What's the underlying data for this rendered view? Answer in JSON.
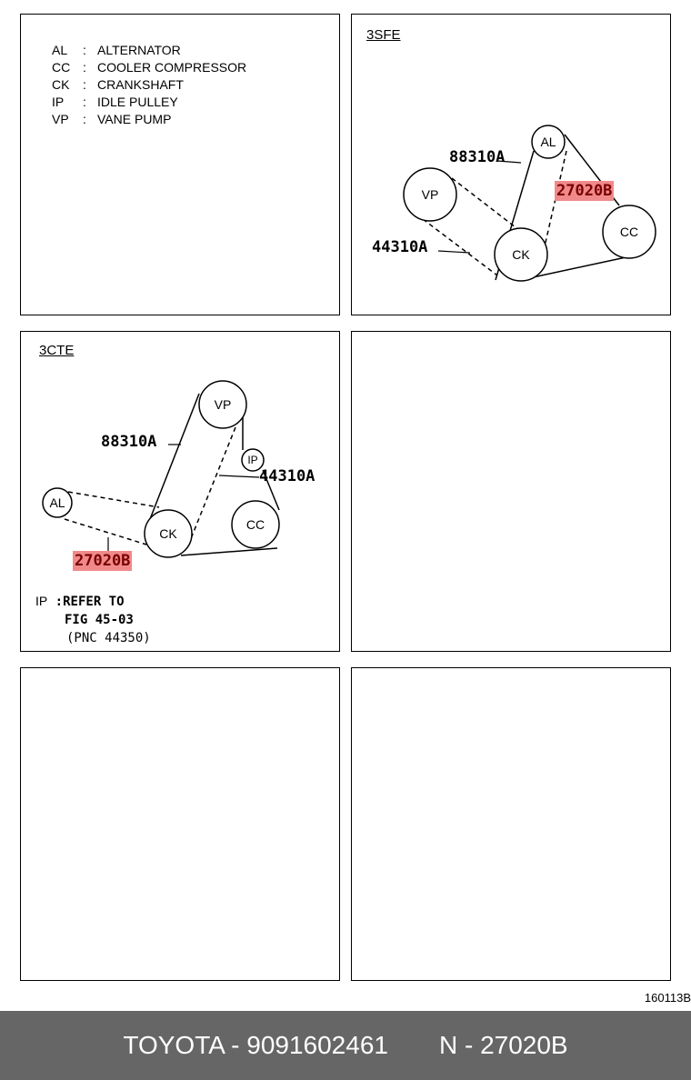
{
  "legend": [
    {
      "code": "AL",
      "sep": ":",
      "name": "ALTERNATOR"
    },
    {
      "code": "CC",
      "sep": ":",
      "name": "COOLER COMPRESSOR"
    },
    {
      "code": "CK",
      "sep": ":",
      "name": "CRANKSHAFT"
    },
    {
      "code": "IP",
      "sep": ":",
      "name": "IDLE PULLEY"
    },
    {
      "code": "VP",
      "sep": ":",
      "name": "VANE PUMP"
    }
  ],
  "diagram_3sfe": {
    "engine": "3SFE",
    "pulleys": {
      "al": "AL",
      "vp": "VP",
      "ck": "CK",
      "cc": "CC"
    },
    "parts": {
      "belt_1": "88310A",
      "belt_2": "27020B",
      "belt_3": "44310A"
    }
  },
  "diagram_3cte": {
    "engine": "3CTE",
    "pulleys": {
      "vp": "VP",
      "ip": "IP",
      "al": "AL",
      "ck": "CK",
      "cc": "CC"
    },
    "parts": {
      "belt_1": "88310A",
      "belt_2": "44310A",
      "belt_3": "27020B"
    },
    "note": {
      "ip": "IP",
      "line1": ":REFER TO",
      "line2": "FIG 45-03",
      "line3": "(PNC 44350)"
    }
  },
  "figure_id": "160113B",
  "footer": {
    "brand_part": "TOYOTA - 9091602461",
    "pnc": "N - 27020B"
  },
  "colors": {
    "highlight": "#f08a8a",
    "footer_bg": "#666666"
  }
}
